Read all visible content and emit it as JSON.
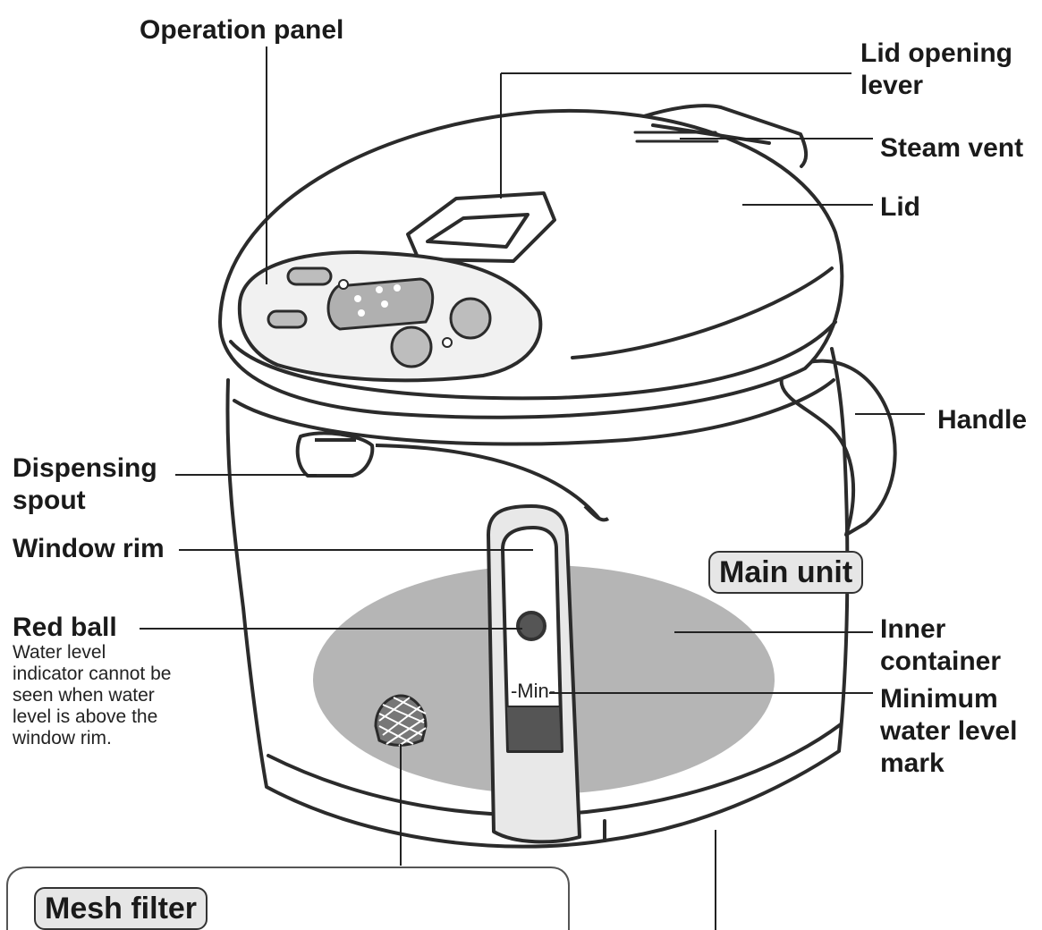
{
  "labels": {
    "operation_panel": "Operation panel",
    "lid_opening_lever_line1": "Lid opening",
    "lid_opening_lever_line2": "lever",
    "steam_vent": "Steam vent",
    "lid": "Lid",
    "handle": "Handle",
    "dispensing_spout_line1": "Dispensing",
    "dispensing_spout_line2": "spout",
    "window_rim": "Window rim",
    "red_ball": "Red ball",
    "red_ball_note": [
      "Water level",
      "indicator cannot be",
      "seen when water",
      "level is above the",
      "window rim."
    ],
    "inner_container_line1": "Inner",
    "inner_container_line2": "container",
    "minimum_water_line1": "Minimum",
    "minimum_water_line2": "water level",
    "minimum_water_line3": "mark",
    "min_mark": "-Min-"
  },
  "badges": {
    "main_unit": "Main unit",
    "mesh_filter": "Mesh filter"
  },
  "colors": {
    "outline": "#2b2b2b",
    "panel_fill": "#f1f1f1",
    "button_fill": "#bdbdbd",
    "inner_container_fill": "#b5b5b5",
    "window_dark": "#555555",
    "badge_fill": "#e6e6e6"
  }
}
